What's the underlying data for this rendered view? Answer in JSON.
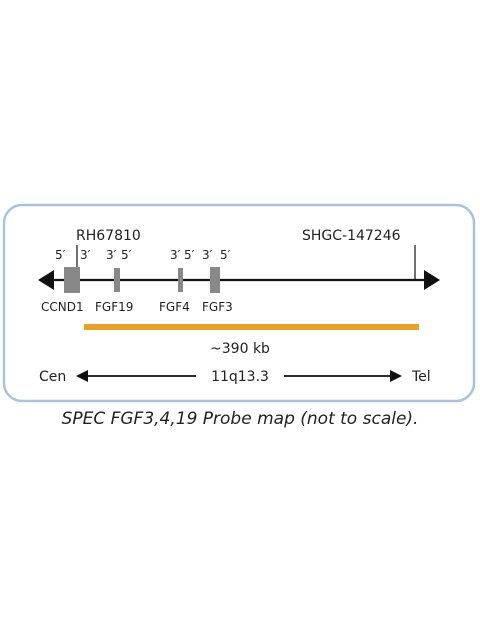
{
  "diagram": {
    "markers": {
      "left": "RH67810",
      "right": "SHGC-147246"
    },
    "genes": [
      {
        "name": "CCND1",
        "left_end": "5′",
        "right_end": "3′"
      },
      {
        "name": "FGF19",
        "left_end": "3′",
        "right_end": "5′"
      },
      {
        "name": "FGF4",
        "left_end": "3′",
        "right_end": "5′"
      },
      {
        "name": "FGF3",
        "left_end": "3′",
        "right_end": "5′"
      }
    ],
    "probe": {
      "size_label": "~390 kb",
      "color": "#e8a12a"
    },
    "orientation": {
      "left": "Cen",
      "band": "11q13.3",
      "right": "Tel"
    }
  },
  "caption": "SPEC FGF3,4,19 Probe map (not to scale).",
  "colors": {
    "frame": "#a9c3dd",
    "line": "#111111",
    "gene_box": "#888888"
  }
}
